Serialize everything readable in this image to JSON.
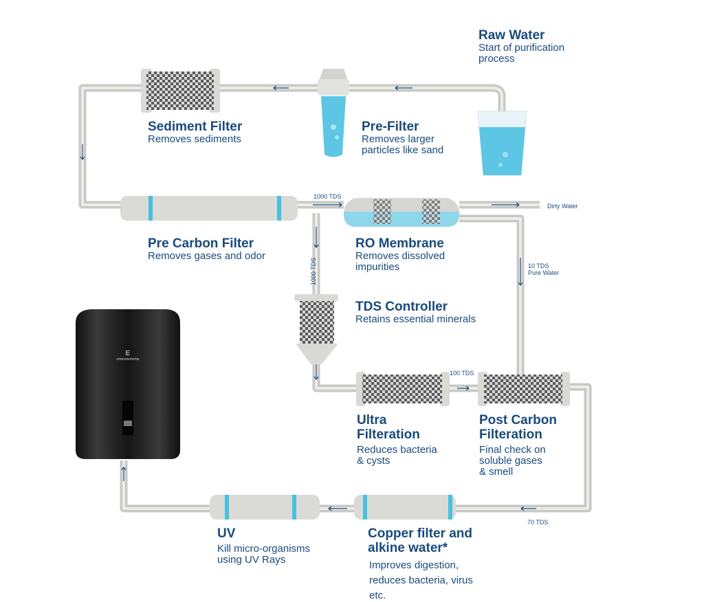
{
  "stages": {
    "raw_water": {
      "title": "Raw Water",
      "desc": [
        "Start of purification",
        "process"
      ]
    },
    "pre_filter": {
      "title": "Pre-Filter",
      "desc": [
        "Removes larger",
        "particles like sand"
      ]
    },
    "sediment_filter": {
      "title": "Sediment Filter",
      "desc": [
        "Removes sediments"
      ]
    },
    "pre_carbon_filter": {
      "title": "Pre Carbon Filter",
      "desc": [
        "Removes gases and odor"
      ]
    },
    "ro_membrane": {
      "title": "RO Membrane",
      "desc": [
        "Removes dissolved",
        "impurities"
      ]
    },
    "tds_controller": {
      "title": "TDS Controller",
      "desc": [
        "Retains essential minerals"
      ]
    },
    "ultra_filteration": {
      "title": [
        "Ultra",
        "Filteration"
      ],
      "desc": [
        "Reduces bacteria",
        "& cysts"
      ]
    },
    "post_carbon": {
      "title": [
        "Post Carbon",
        "Filteration"
      ],
      "desc": [
        "Final check on",
        "soluble gases",
        "& smell"
      ]
    },
    "uv": {
      "title": "UV",
      "desc": [
        "Kill micro-organisms",
        "using UV Rays"
      ]
    },
    "copper": {
      "title": [
        "Copper filter and",
        "alkine water*"
      ],
      "desc": [
        "Improves digestion,",
        "reduces bacteria, virus",
        "etc."
      ]
    }
  },
  "flow_labels": {
    "tds_1000_in": "1000 TDS",
    "tds_1000_down": "1000 TDS",
    "dirty_water": "Dirty Water",
    "pure_tds": "10 TDS",
    "pure_water": "Pure Water",
    "tds_100": "100 TDS",
    "tds_70": "70 TDS"
  },
  "colors": {
    "text": "#184a7c",
    "accent": "#48c0e0",
    "pipe": "#c8c8c4",
    "water": "#5cc6e4"
  }
}
